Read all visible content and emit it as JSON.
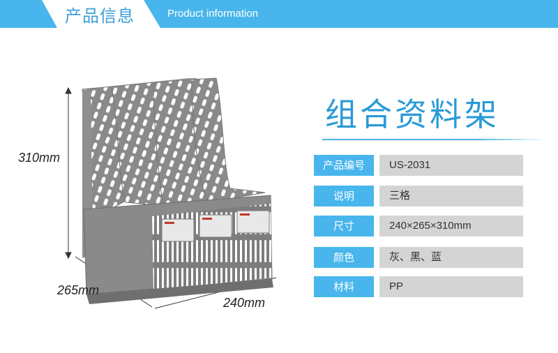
{
  "header": {
    "title_zh": "产品信息",
    "title_en": "Product information"
  },
  "product": {
    "name": "组合资料架",
    "icon": "file-rack-image",
    "dimensions": {
      "height": "310mm",
      "depth": "265mm",
      "width": "240mm"
    }
  },
  "specs": [
    {
      "label": "产品编号",
      "value": "US-2031"
    },
    {
      "label": "说明",
      "value": "三格"
    },
    {
      "label": "尺寸",
      "value": "240×265×310mm"
    },
    {
      "label": "颜色",
      "value": "灰、黑、蓝"
    },
    {
      "label": "材料",
      "value": "PP"
    }
  ],
  "colors": {
    "accent": "#48b6ec",
    "title": "#2a9ad6",
    "value_bg": "#d4d4d4",
    "product": "#8c8c8c"
  }
}
